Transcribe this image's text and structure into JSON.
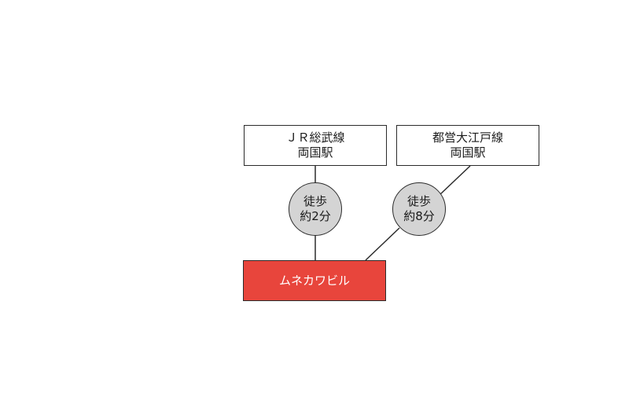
{
  "stations": [
    {
      "line": "ＪＲ総武線",
      "name": "両国駅"
    },
    {
      "line": "都営大江戸線",
      "name": "両国駅"
    }
  ],
  "walks": [
    {
      "mode": "徒歩",
      "time": "約2分"
    },
    {
      "mode": "徒歩",
      "time": "約8分"
    }
  ],
  "destination": {
    "label": "ムネカワビル"
  },
  "colors": {
    "destination_fill": "#e8453c",
    "bubble_fill": "#d4d4d4",
    "line_color": "#2b2b2b"
  }
}
